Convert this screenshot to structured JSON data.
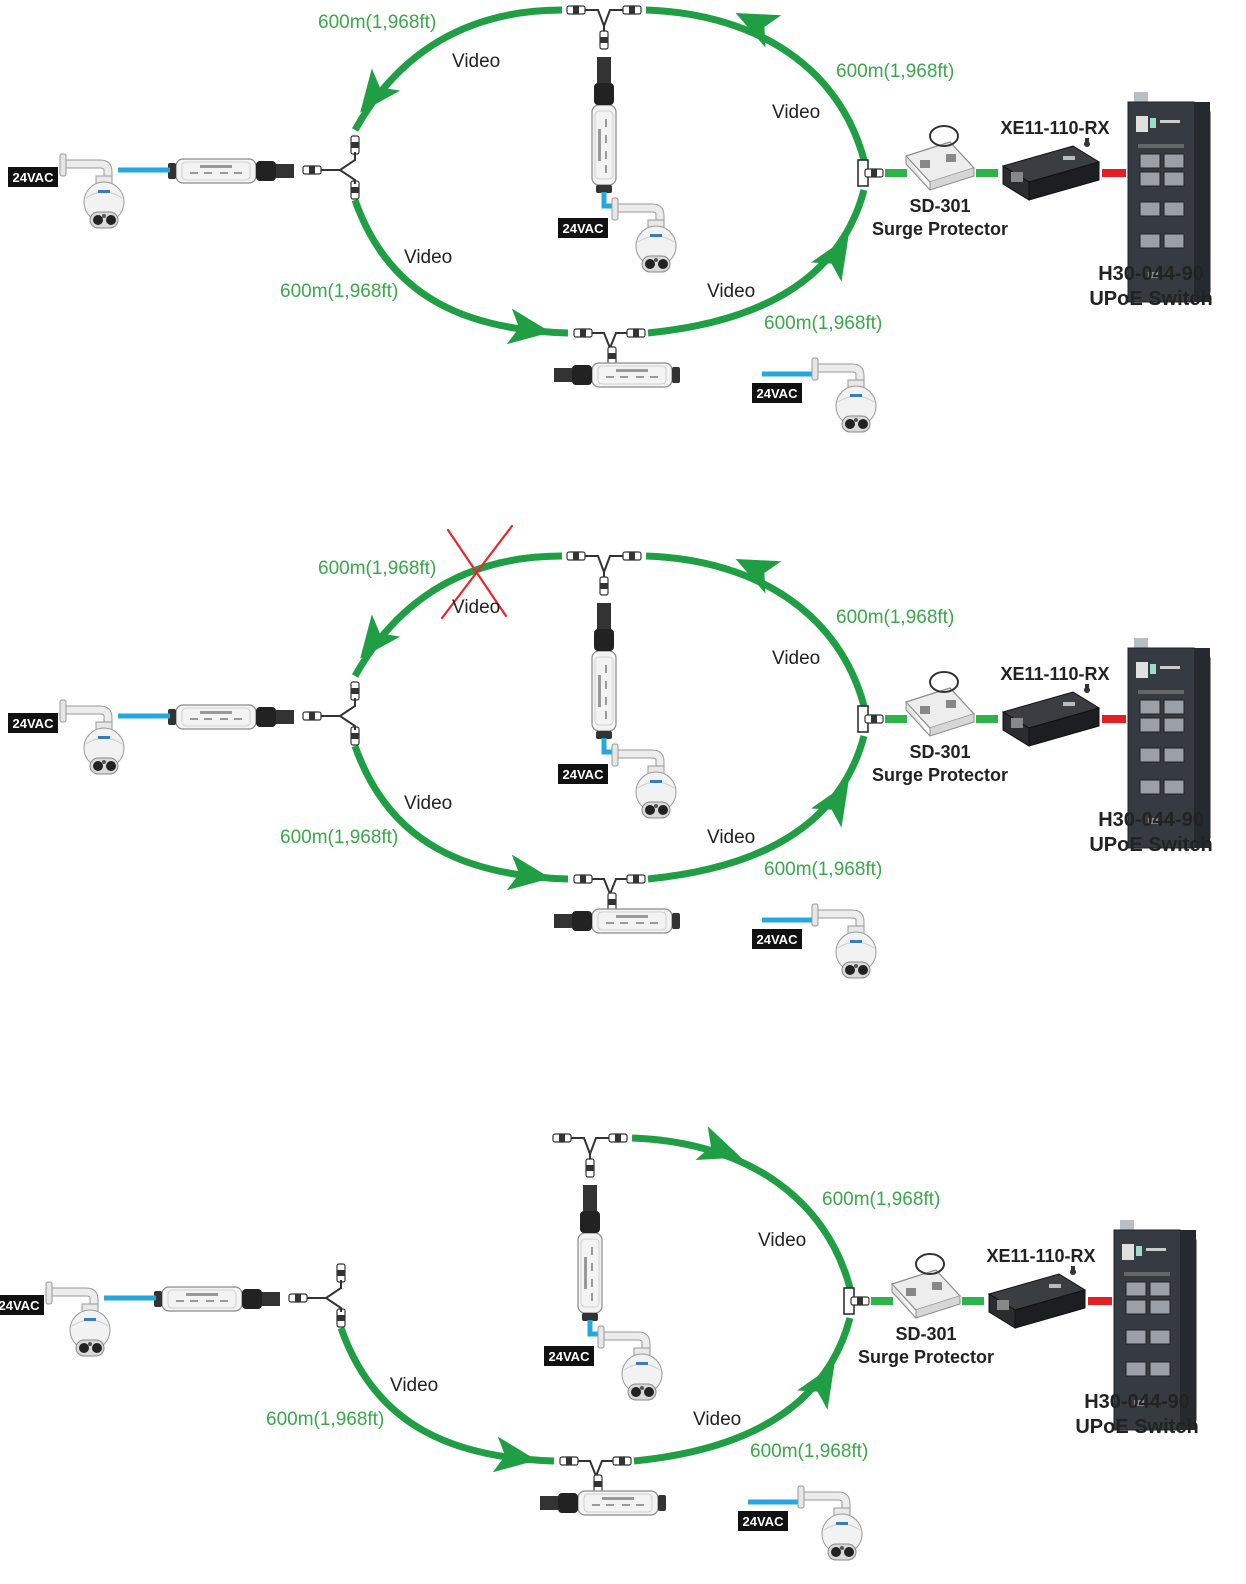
{
  "colors": {
    "fiber": "#1f9e43",
    "power": "#25a8e0",
    "link_green": "#2db34a",
    "link_red": "#e31e24",
    "failure_x": "#e8262b",
    "distance_text": "#3aa84a"
  },
  "labels": {
    "distance": "600m(1,968ft)",
    "video": "Video",
    "power": "24VAC",
    "receiver": "XE11-110-RX",
    "surge_model": "SD-301",
    "surge_name": "Surge Protector",
    "switch_model": "H30-044-90",
    "switch_name": "UPoE Switch"
  },
  "icons": [
    "ptz-camera-icon",
    "wall-mount-bracket-icon",
    "extender-unit-icon",
    "y-splitter-connector-icon",
    "surge-protector-icon",
    "receiver-unit-icon",
    "industrial-switch-icon",
    "direction-arrow-icon",
    "failure-x-icon"
  ],
  "scenarios": [
    {
      "id": "normal-ring",
      "break": "none",
      "arrows": [
        "top-left",
        "bottom-left",
        "bottom-right",
        "top-right"
      ]
    },
    {
      "id": "ring-with-break",
      "break": "top-left",
      "arrows": [
        "top-left",
        "bottom-left",
        "bottom-right",
        "top-right"
      ]
    },
    {
      "id": "recovered-path",
      "break": "top-left-removed",
      "arrows": [
        "top-right",
        "bottom-left",
        "bottom-right"
      ]
    }
  ]
}
